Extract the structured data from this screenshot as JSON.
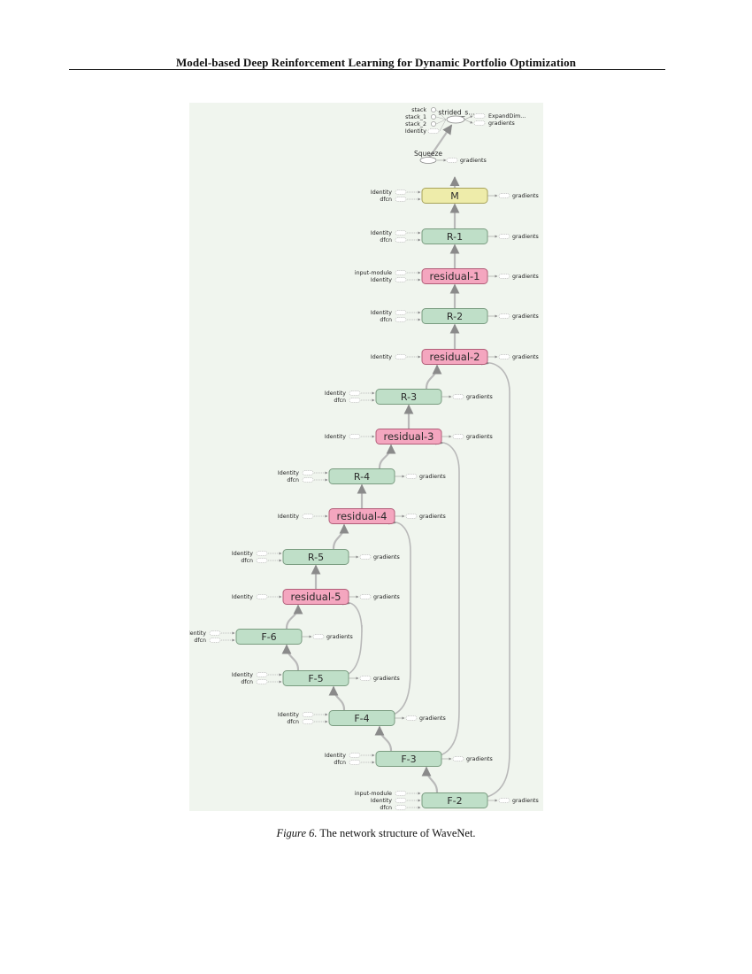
{
  "header": {
    "running_title": "Model-based Deep Reinforcement Learning for Dynamic Portfolio Optimization"
  },
  "caption": {
    "label": "Figure 6.",
    "text": "The network structure of WaveNet."
  },
  "colors": {
    "background_panel": "#f0f5ee",
    "green_node_fill": "#bfdfc8",
    "green_node_stroke": "#7a9c80",
    "pink_node_fill": "#f4a6bf",
    "pink_node_stroke": "#b25d78",
    "yellow_node_fill": "#eeecaa",
    "yellow_node_stroke": "#a8a35a",
    "edge": "#b9b9b9"
  },
  "graph": {
    "top": {
      "strided_label": "strided_s...",
      "stack_inputs": [
        "stack",
        "stack_1",
        "stack_2",
        "Identity"
      ],
      "strided_outputs": [
        "ExpandDim...",
        "gradients"
      ],
      "squeeze_label": "Squeeze",
      "squeeze_output": "gradients"
    },
    "nodes": [
      {
        "id": "M",
        "label": "M",
        "kind": "yellow",
        "inputs": [
          "Identity",
          "dfcn"
        ],
        "output": "gradients"
      },
      {
        "id": "R-1",
        "label": "R-1",
        "kind": "green",
        "inputs": [
          "Identity",
          "dfcn"
        ],
        "output": "gradients"
      },
      {
        "id": "residual-1",
        "label": "residual-1",
        "kind": "pink",
        "inputs": [
          "input-module",
          "Identity"
        ],
        "output": "gradients"
      },
      {
        "id": "R-2",
        "label": "R-2",
        "kind": "green",
        "inputs": [
          "Identity",
          "dfcn"
        ],
        "output": "gradients"
      },
      {
        "id": "residual-2",
        "label": "residual-2",
        "kind": "pink",
        "inputs": [
          "Identity"
        ],
        "output": "gradients"
      },
      {
        "id": "R-3",
        "label": "R-3",
        "kind": "green",
        "inputs": [
          "Identity",
          "dfcn"
        ],
        "output": "gradients"
      },
      {
        "id": "residual-3",
        "label": "residual-3",
        "kind": "pink",
        "inputs": [
          "Identity"
        ],
        "output": "gradients"
      },
      {
        "id": "R-4",
        "label": "R-4",
        "kind": "green",
        "inputs": [
          "Identity",
          "dfcn"
        ],
        "output": "gradients"
      },
      {
        "id": "residual-4",
        "label": "residual-4",
        "kind": "pink",
        "inputs": [
          "Identity"
        ],
        "output": "gradients"
      },
      {
        "id": "R-5",
        "label": "R-5",
        "kind": "green",
        "inputs": [
          "Identity",
          "dfcn"
        ],
        "output": "gradients"
      },
      {
        "id": "residual-5",
        "label": "residual-5",
        "kind": "pink",
        "inputs": [
          "Identity"
        ],
        "output": "gradients"
      },
      {
        "id": "F-6",
        "label": "F-6",
        "kind": "green",
        "inputs": [
          "Identity",
          "dfcn"
        ],
        "output": "gradients"
      },
      {
        "id": "F-5",
        "label": "F-5",
        "kind": "green",
        "inputs": [
          "Identity",
          "dfcn"
        ],
        "output": "gradients"
      },
      {
        "id": "F-4",
        "label": "F-4",
        "kind": "green",
        "inputs": [
          "Identity",
          "dfcn"
        ],
        "output": "gradients"
      },
      {
        "id": "F-3",
        "label": "F-3",
        "kind": "green",
        "inputs": [
          "Identity",
          "dfcn"
        ],
        "output": "gradients"
      },
      {
        "id": "F-2",
        "label": "F-2",
        "kind": "green",
        "inputs": [
          "input-module",
          "Identity",
          "dfcn"
        ],
        "output": "gradients"
      }
    ]
  }
}
